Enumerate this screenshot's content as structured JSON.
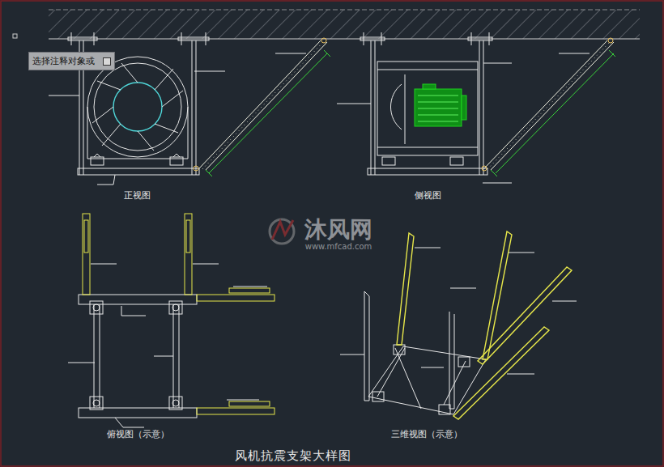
{
  "diagram": {
    "title": "风机抗震支架大样图",
    "nodes": [
      {
        "text": [
          "选择注释对象或"
        ]
      }
    ],
    "labels": [
      "正视图",
      "侧视图",
      "俯视图（示意）",
      "三维视图（示意）",
      "沐风网",
      "www.mfcad.com"
    ]
  }
}
